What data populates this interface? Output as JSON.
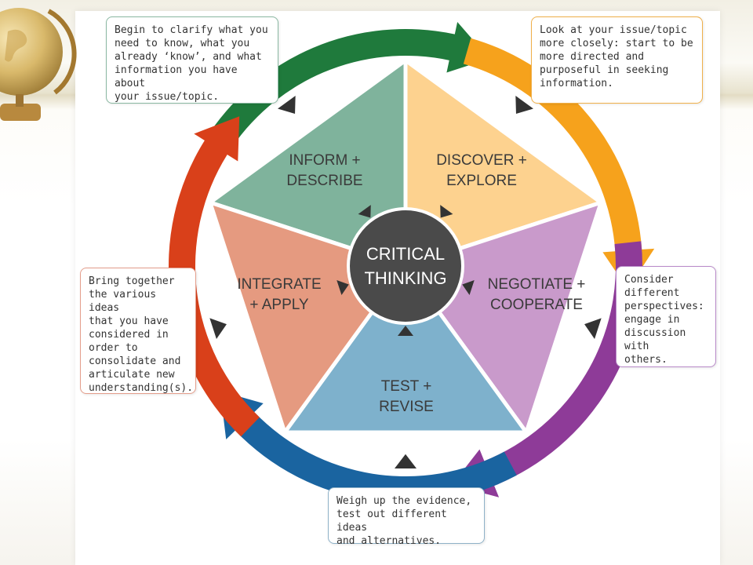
{
  "diagram": {
    "center": {
      "line1": "CRITICAL",
      "line2": "THINKING"
    },
    "segments": [
      {
        "id": "inform",
        "line1": "INFORM +",
        "line2": "DESCRIBE",
        "color": "#7fb39c",
        "arrow_color": "#1f7a3c",
        "note": "Begin to clarify what you\nneed to know, what you\nalready ‘know’, and what\ninformation you have about\nyour issue/topic."
      },
      {
        "id": "discover",
        "line1": "DISCOVER +",
        "line2": "EXPLORE",
        "color": "#fdd28f",
        "arrow_color": "#f6a21c",
        "note": "Look at your issue/topic\nmore closely: start to be\nmore directed and\npurposeful in seeking\ninformation."
      },
      {
        "id": "negotiate",
        "line1": "NEGOTIATE +",
        "line2": "COOPERATE",
        "color": "#c99acb",
        "arrow_color": "#8e3b98",
        "note": "Consider\ndifferent\nperspectives:\nengage in\ndiscussion with\nothers."
      },
      {
        "id": "test",
        "line1": "TEST +",
        "line2": "REVISE",
        "color": "#7eb1cc",
        "arrow_color": "#1a64a0",
        "note": "Weigh up the evidence,\ntest out different ideas\nand alternatives."
      },
      {
        "id": "integrate",
        "line1": "INTEGRATE",
        "line2": "+ APPLY",
        "color": "#e59a80",
        "arrow_color": "#d9401a",
        "note": "Bring together\nthe various ideas\nthat you have\nconsidered in\norder to\nconsolidate and\narticulate new\nunderstanding(s)."
      }
    ]
  }
}
